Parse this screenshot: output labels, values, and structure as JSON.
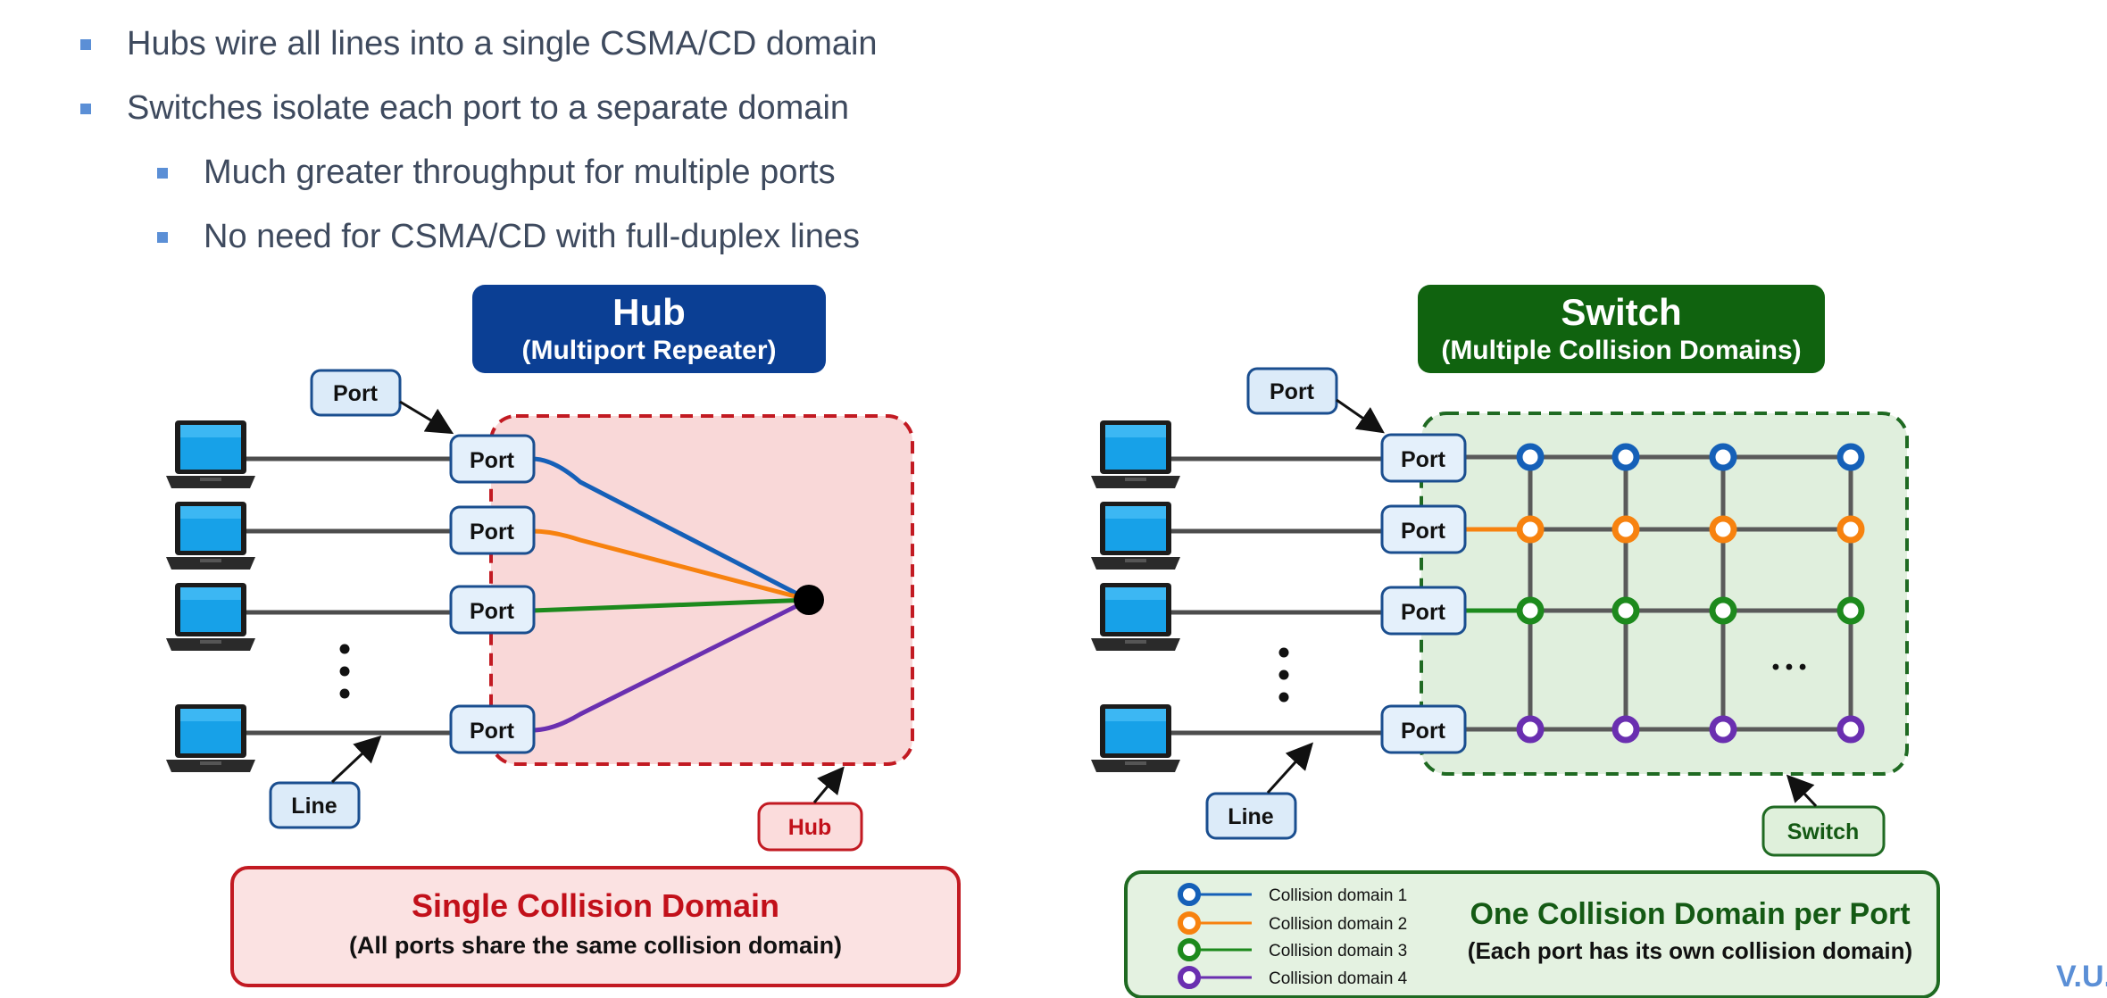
{
  "bullets": [
    {
      "text": "Hubs wire all lines into a single CSMA/CD domain",
      "level": 1
    },
    {
      "text": "Switches isolate each port to a separate domain",
      "level": 1
    },
    {
      "text": "Much greater throughput for multiple ports",
      "level": 2
    },
    {
      "text": "No need for CSMA/CD with full-duplex lines",
      "level": 2
    }
  ],
  "hub": {
    "title": "Hub",
    "subtitle": "(Multiport Repeater)",
    "port_callout": "Port",
    "port_label": "Port",
    "line_callout": "Line",
    "box_callout": "Hub",
    "summary_title": "Single Collision Domain",
    "summary_subtitle": "(All ports share the same collision domain)",
    "colors": {
      "title_bg": "#0b3f94",
      "zone_fill": "#f9d8d8",
      "zone_border": "#c21a22",
      "summary_text": "#c2101a"
    }
  },
  "switch": {
    "title": "Switch",
    "subtitle": "(Multiple Collision Domains)",
    "port_callout": "Port",
    "port_label": "Port",
    "line_callout": "Line",
    "box_callout": "Switch",
    "ellipsis": "• • •",
    "summary_title": "One Collision Domain per Port",
    "summary_subtitle": "(Each port has its own collision domain)",
    "legend": [
      {
        "label": "Collision domain 1",
        "color": "#1560b8"
      },
      {
        "label": "Collision domain 2",
        "color": "#f7820f"
      },
      {
        "label": "Collision domain 3",
        "color": "#1d8a1d"
      },
      {
        "label": "Collision domain 4",
        "color": "#6a2fb0"
      }
    ],
    "colors": {
      "title_bg": "#10630f",
      "zone_fill": "#e0efdd",
      "zone_border": "#1f6a22",
      "summary_text": "#145a14"
    }
  },
  "line_colors": [
    "#1560b8",
    "#f7820f",
    "#1d8a1d",
    "#6a2fb0"
  ],
  "corner_mark": "V.U."
}
